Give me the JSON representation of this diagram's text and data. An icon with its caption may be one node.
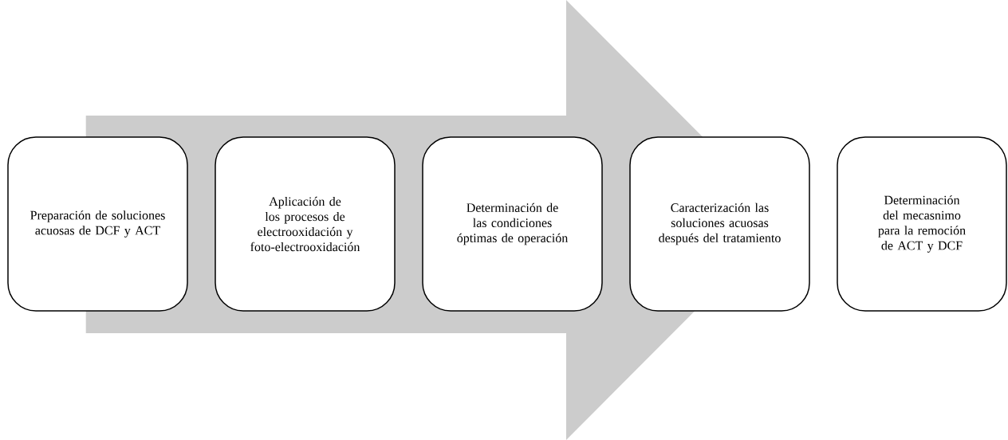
{
  "diagram": {
    "nodes": [
      {
        "text": [
          "Preparación de soluciones acuosas de DCF y ACT"
        ]
      },
      {
        "text": [
          "Aplicación de los procesos de electrooxidación y foto-electrooxidación"
        ]
      },
      {
        "text": [
          "Determinación de las condiciones óptimas de operación"
        ]
      },
      {
        "text": [
          "Caracterización las soluciones acuosas después del tratamiento"
        ]
      },
      {
        "text": [
          "Determinación del mecasnimo para la remoción de ACT y DCF"
        ]
      }
    ],
    "edges": [
      {
        "from": 0,
        "to": 4,
        "arrow": "to"
      }
    ]
  }
}
